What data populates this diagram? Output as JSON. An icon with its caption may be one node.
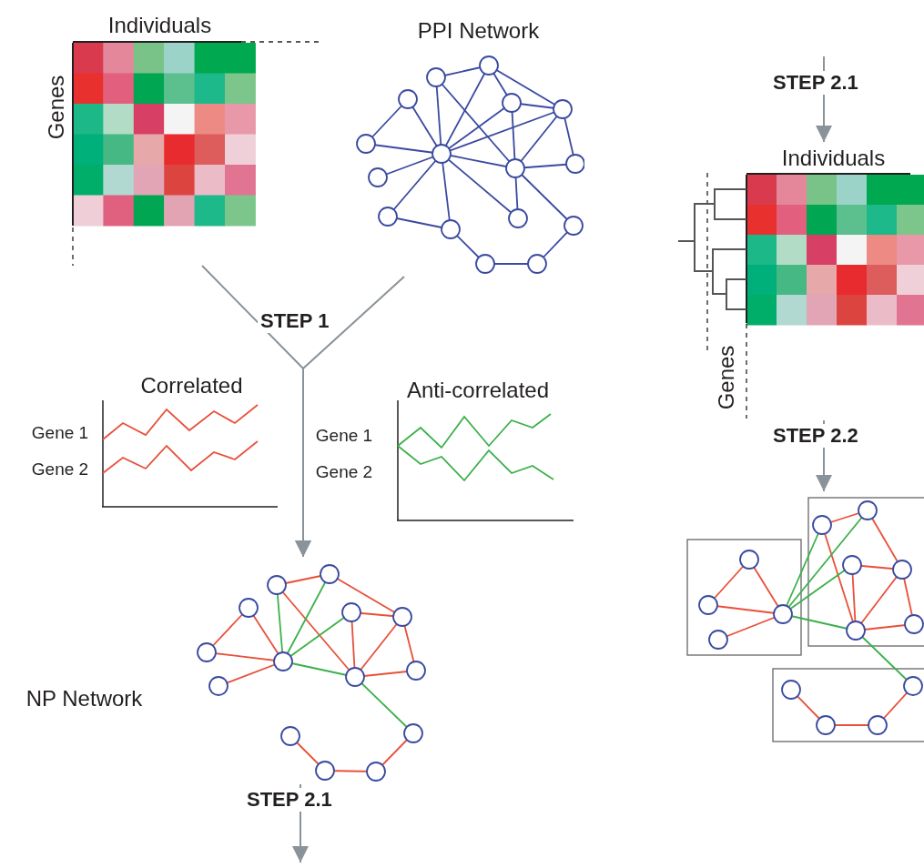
{
  "diagram": {
    "nodes": [
      {
        "text": [
          "Individuals",
          "Genes"
        ]
      },
      {
        "text": [
          "PPI Network"
        ]
      },
      {
        "text": [
          "Correlated",
          "Gene 1",
          "Gene 2"
        ]
      },
      {
        "text": [
          "Anti-correlated",
          "Gene 1",
          "Gene 2"
        ]
      },
      {
        "text": [
          "NP Network"
        ]
      },
      {
        "text": [
          "Individuals",
          "Genes"
        ]
      },
      {
        "text": [],
        "shape": "picture"
      }
    ],
    "edges": [
      {
        "from": 0,
        "to": 4,
        "arrow": "to",
        "label": "STEP 1"
      },
      {
        "from": 1,
        "to": 4,
        "arrow": "to"
      },
      {
        "from": 4,
        "to": null,
        "arrow": "to",
        "label": "STEP 2.1"
      },
      {
        "from": null,
        "to": 5,
        "arrow": "to",
        "label": "STEP 2.1"
      },
      {
        "from": 5,
        "to": 6,
        "arrow": "to",
        "label": "STEP 2.2"
      }
    ]
  }
}
